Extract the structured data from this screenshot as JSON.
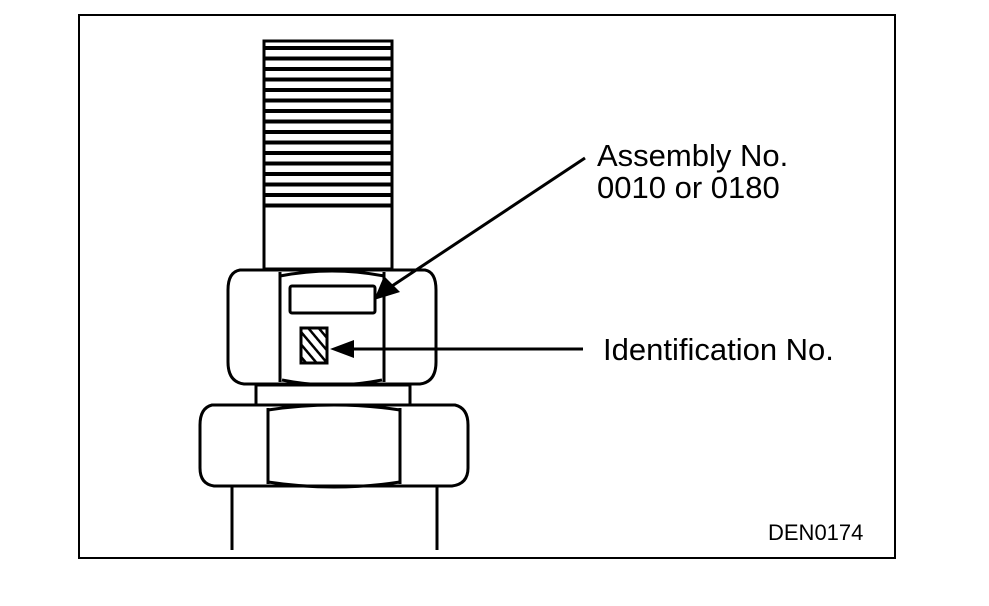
{
  "labels": {
    "assembly_line1": "Assembly No.",
    "assembly_line2": "0010 or 0180",
    "identification": "Identification No.",
    "figure_code": "DEN0174"
  },
  "colors": {
    "ink": "#000000",
    "paper": "#ffffff"
  }
}
